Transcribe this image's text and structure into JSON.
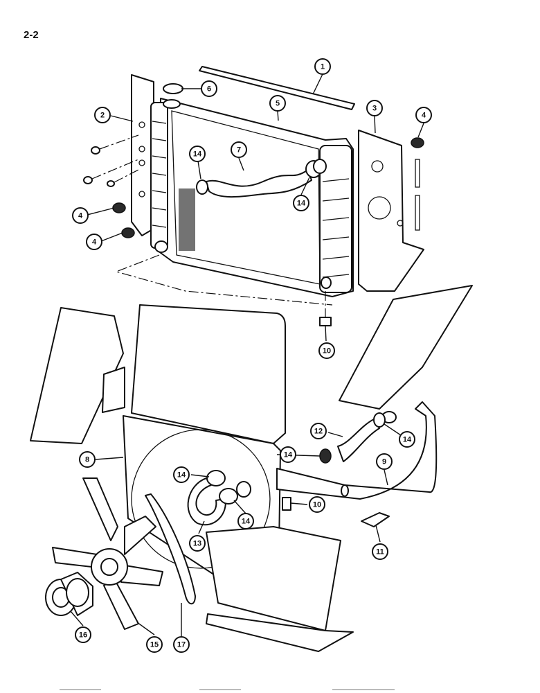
{
  "page_number": "2-2",
  "callouts": [
    {
      "id": "c1",
      "label": "1"
    },
    {
      "id": "c2",
      "label": "2"
    },
    {
      "id": "c3",
      "label": "3"
    },
    {
      "id": "c4a",
      "label": "4"
    },
    {
      "id": "c4b",
      "label": "4"
    },
    {
      "id": "c4c",
      "label": "4"
    },
    {
      "id": "c5",
      "label": "5"
    },
    {
      "id": "c6",
      "label": "6"
    },
    {
      "id": "c7",
      "label": "7"
    },
    {
      "id": "c8",
      "label": "8"
    },
    {
      "id": "c9",
      "label": "9"
    },
    {
      "id": "c10a",
      "label": "10"
    },
    {
      "id": "c10b",
      "label": "10"
    },
    {
      "id": "c11",
      "label": "11"
    },
    {
      "id": "c12",
      "label": "12"
    },
    {
      "id": "c13",
      "label": "13"
    },
    {
      "id": "c14a",
      "label": "14"
    },
    {
      "id": "c14b",
      "label": "14"
    },
    {
      "id": "c14c",
      "label": "14"
    },
    {
      "id": "c14d",
      "label": "14"
    },
    {
      "id": "c14e",
      "label": "14"
    },
    {
      "id": "c14f",
      "label": "14"
    },
    {
      "id": "c15",
      "label": "15"
    },
    {
      "id": "c16",
      "label": "16"
    },
    {
      "id": "c17",
      "label": "17"
    }
  ]
}
